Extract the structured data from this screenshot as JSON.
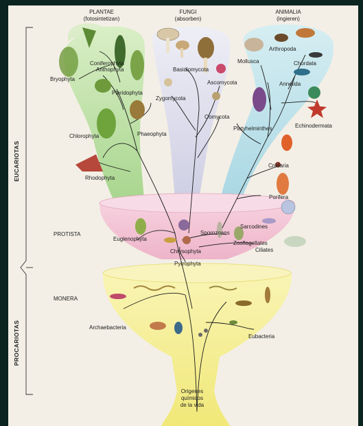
{
  "side_labels": {
    "eukaryotes": "EUCARIOTAS",
    "prokaryotes": "PROCARIOTAS"
  },
  "kingdoms": {
    "plantae": {
      "name": "PLANTAE",
      "sub": "(fotosintetizan)"
    },
    "fungi": {
      "name": "FUNGI",
      "sub": "(absorben)"
    },
    "animalia": {
      "name": "ANIMALIA",
      "sub": "(ingieren)"
    },
    "protista": "PROTISTA",
    "monera": "MONERA"
  },
  "plant_groups": [
    "Bryophyta",
    "Coniferophyta",
    "Anthophyta",
    "Pteridophyta",
    "Chlorophyta",
    "Phaeophyta",
    "Rhodophyta"
  ],
  "fungi_groups": [
    "Basidiomycota",
    "Ascomycota",
    "Zygomycota",
    "Oomycota"
  ],
  "animal_groups": [
    "Mollusca",
    "Arthropoda",
    "Chordata",
    "Annelida",
    "Platyhelminthes",
    "Echinodermata",
    "Cnidaria",
    "Porifera"
  ],
  "protist_groups": [
    "Euglenophyta",
    "Sporozoans",
    "Sarcodines",
    "Zooflagellates",
    "Ciliates",
    "Chrysophyta",
    "Pyrrophyta"
  ],
  "monera_groups": [
    "Archaebacteria",
    "Eubacteria"
  ],
  "origin": [
    "Origenes",
    "químicos",
    "de la vida"
  ],
  "colors": {
    "background": "#f3efe6",
    "frame": "#0b2420",
    "plantae": "#bfe0a8",
    "fungi": "#dcdcec",
    "animalia": "#bfe3ea",
    "protista": "#f4c8d8",
    "monera": "#f6f09a"
  }
}
